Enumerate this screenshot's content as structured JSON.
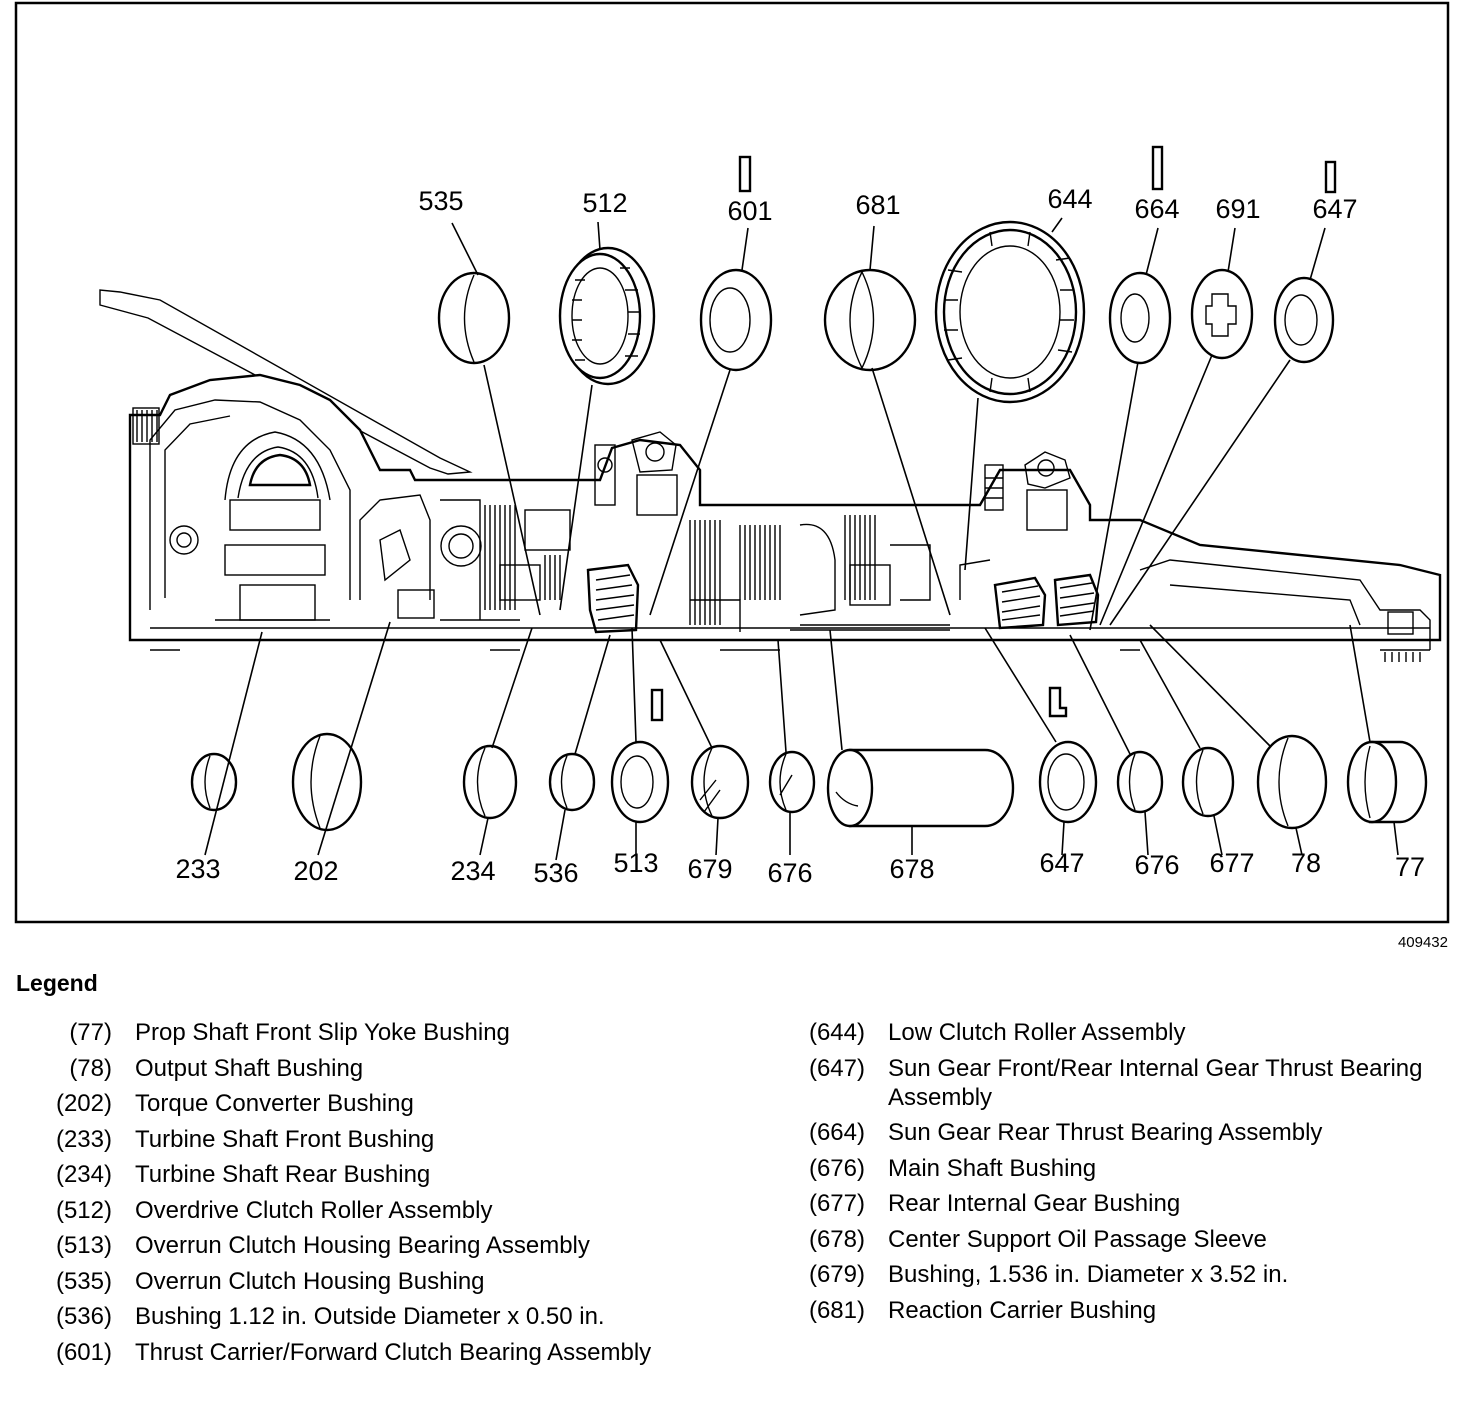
{
  "figure_id": "409432",
  "callouts": {
    "c535": "535",
    "c512": "512",
    "c601": "601",
    "c681": "681",
    "c644": "644",
    "c664": "664",
    "c691": "691",
    "c647top": "647",
    "c233": "233",
    "c202": "202",
    "c234": "234",
    "c536": "536",
    "c513": "513",
    "c679": "679",
    "c676a": "676",
    "c678": "678",
    "c647bot": "647",
    "c676b": "676",
    "c677": "677",
    "c78": "78",
    "c77": "77"
  },
  "legend": {
    "title": "Legend",
    "left": [
      {
        "num": "(77)",
        "desc": "Prop Shaft Front Slip Yoke Bushing"
      },
      {
        "num": "(78)",
        "desc": "Output Shaft Bushing"
      },
      {
        "num": "(202)",
        "desc": "Torque Converter Bushing"
      },
      {
        "num": "(233)",
        "desc": "Turbine Shaft Front Bushing"
      },
      {
        "num": "(234)",
        "desc": "Turbine Shaft Rear Bushing"
      },
      {
        "num": "(512)",
        "desc": "Overdrive Clutch Roller Assembly"
      },
      {
        "num": "(513)",
        "desc": "Overrun Clutch Housing Bearing Assembly"
      },
      {
        "num": "(535)",
        "desc": "Overrun Clutch Housing Bushing"
      },
      {
        "num": "(536)",
        "desc": "Bushing 1.12 in. Outside Diameter x 0.50 in."
      },
      {
        "num": "(601)",
        "desc": "Thrust Carrier/Forward Clutch Bearing Assembly"
      }
    ],
    "right": [
      {
        "num": "(644)",
        "desc": "Low Clutch Roller Assembly"
      },
      {
        "num": "(647)",
        "desc": "Sun Gear Front/Rear Internal Gear Thrust Bearing Assembly"
      },
      {
        "num": "(664)",
        "desc": "Sun Gear Rear Thrust Bearing Assembly"
      },
      {
        "num": "(676)",
        "desc": "Main Shaft Bushing"
      },
      {
        "num": "(677)",
        "desc": "Rear Internal Gear Bushing"
      },
      {
        "num": "(678)",
        "desc": "Center Support Oil Passage Sleeve"
      },
      {
        "num": "(679)",
        "desc": "Bushing, 1.536 in. Diameter x 3.52 in."
      },
      {
        "num": "(681)",
        "desc": "Reaction Carrier Bushing"
      }
    ]
  }
}
